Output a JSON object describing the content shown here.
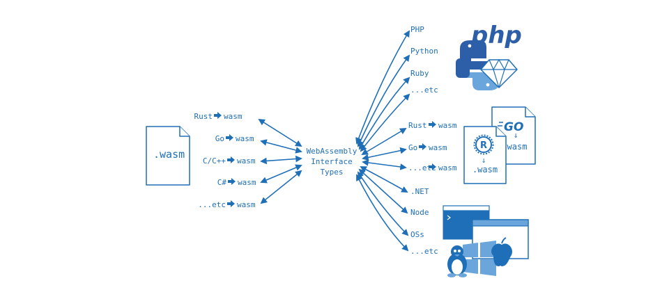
{
  "left_file": {
    "label": ".wasm"
  },
  "sources": [
    {
      "lang": "Rust",
      "target": "wasm"
    },
    {
      "lang": "Go",
      "target": "wasm"
    },
    {
      "lang": "C/C++",
      "target": "wasm"
    },
    {
      "lang": "C#",
      "target": "wasm"
    },
    {
      "lang": "...etc",
      "target": "wasm"
    }
  ],
  "center": {
    "line1": "WebAssembly",
    "line2": "Interface",
    "line3": "Types"
  },
  "languages": [
    {
      "label": "PHP"
    },
    {
      "label": "Python"
    },
    {
      "label": "Ruby"
    },
    {
      "label": "...etc"
    }
  ],
  "wasm_targets": [
    {
      "lang": "Rust",
      "target": "wasm"
    },
    {
      "lang": "Go",
      "target": "wasm"
    },
    {
      "lang": "...etc",
      "target": "wasm"
    }
  ],
  "platforms": [
    {
      "label": ".NET"
    },
    {
      "label": "Node"
    },
    {
      "label": "OSs"
    },
    {
      "label": "...etc"
    }
  ],
  "logos": {
    "php_text": "php",
    "go_text": "GO",
    "go_file_label": "wasm",
    "rust_file_label": ".wasm"
  },
  "colors": {
    "ink": "#1f6fb8",
    "fill_light": "#cfe3f6",
    "fill_mid": "#6aa6dc",
    "fill_dark": "#1f6fb8",
    "php_blue": "#2d5fa8"
  }
}
